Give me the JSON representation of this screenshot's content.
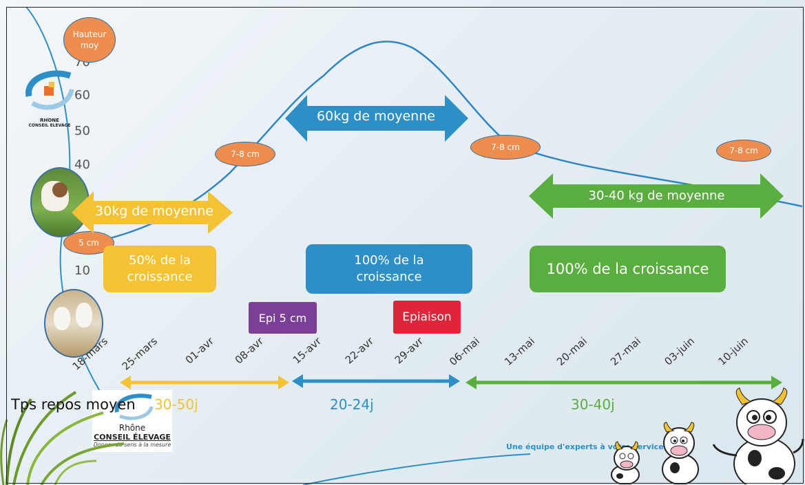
{
  "y_axis": {
    "ticks": [
      "60",
      "50",
      "40",
      "10"
    ],
    "partial_tick": "70"
  },
  "height_bubble": "Hauteur\nmoy",
  "height_markers": [
    "7-8 cm",
    "7-8 cm",
    "7-8 cm",
    "5 cm"
  ],
  "growth_arrows": [
    {
      "label": "30kg de moyenne",
      "color": "#f5c235"
    },
    {
      "label": "60kg de moyenne",
      "color": "#2e8fc7"
    },
    {
      "label": "30-40 kg de moyenne",
      "color": "#5aae3f"
    }
  ],
  "growth_boxes": [
    {
      "label": "50% de la\ncroissance",
      "color": "#f5c235"
    },
    {
      "label": "100% de la\ncroissance",
      "color": "#2e8fc7"
    },
    {
      "label": "100% de la croissance",
      "color": "#5aae3f"
    }
  ],
  "stages": [
    {
      "label": "Epi 5 cm",
      "color": "#7b3f98"
    },
    {
      "label": "Epiaison",
      "color": "#e0253a"
    }
  ],
  "dates": [
    "18-mars",
    "25-mars",
    "01-avr",
    "08-avr",
    "15-avr",
    "22-avr",
    "29-avr",
    "06-mai",
    "13-mai",
    "20-mai",
    "27-mai",
    "03-juin",
    "10-juin"
  ],
  "rest": {
    "label": "Tps repos moyen",
    "periods": [
      {
        "label": "30-50j",
        "color": "#f5c235"
      },
      {
        "label": "20-24j",
        "color": "#2e8fc7"
      },
      {
        "label": "30-40j",
        "color": "#5aae3f"
      }
    ]
  },
  "logo_top": {
    "line1": "RHONE",
    "line2": "CONSEIL ELEVAGE"
  },
  "logo_bottom": {
    "line1": "Rhône",
    "line2": "CONSEIL ÉLEVAGE",
    "tagline": "Donner du sens à la mesure"
  },
  "slogan": "Une équipe d'experts à votre service"
}
